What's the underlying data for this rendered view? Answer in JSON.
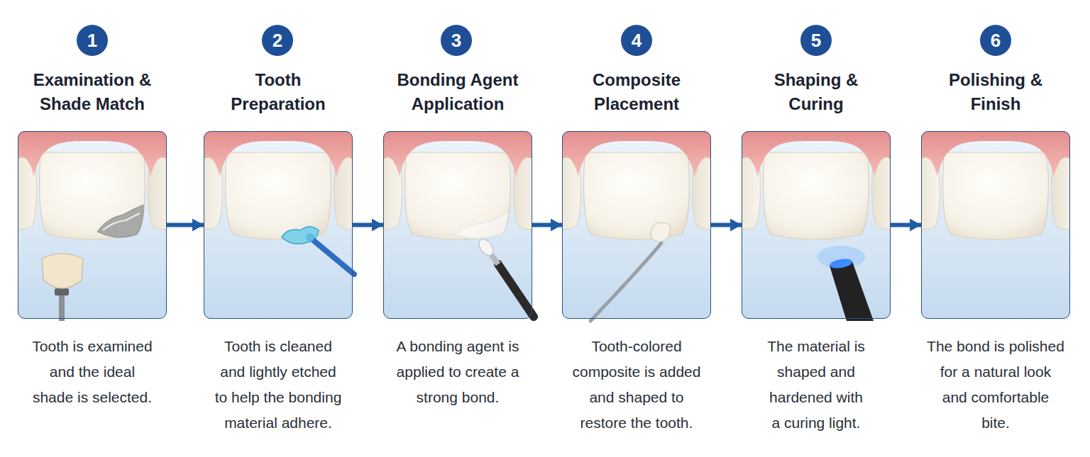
{
  "diagram": {
    "nodes": [
      {
        "text": [
          "1"
        ]
      },
      {
        "text": [
          "Examination & Shade Match",
          "Tooth is examined and the ideal shade is selected."
        ]
      },
      {
        "text": [
          "2"
        ]
      },
      {
        "text": [
          "Tooth Preparation",
          "Tooth is cleaned and lightly etched to help the bonding material adhere."
        ]
      },
      {
        "text": [
          "3"
        ]
      },
      {
        "text": [
          "Bonding Agent Application",
          "A bonding agent is applied to create a strong bond."
        ]
      },
      {
        "text": [
          "4"
        ]
      },
      {
        "text": [
          "Composite Placement",
          "Tooth-colored composite is added and shaped to restore the tooth."
        ]
      },
      {
        "text": [
          "5"
        ]
      },
      {
        "text": [
          "Shaping & Curing",
          "The material is shaped and hardened with a curing light."
        ]
      },
      {
        "text": [
          "6"
        ]
      },
      {
        "text": [
          "Polishing & Finish",
          "The bond is polished for a natural look and comfortable bite."
        ]
      }
    ],
    "edges": [
      {
        "from": 1,
        "to": 3,
        "arrow": "to"
      },
      {
        "from": 3,
        "to": 5,
        "arrow": "to"
      },
      {
        "from": 5,
        "to": 7,
        "arrow": "to"
      },
      {
        "from": 7,
        "to": 9,
        "arrow": "to"
      },
      {
        "from": 9,
        "to": 11,
        "arrow": "to"
      }
    ]
  }
}
